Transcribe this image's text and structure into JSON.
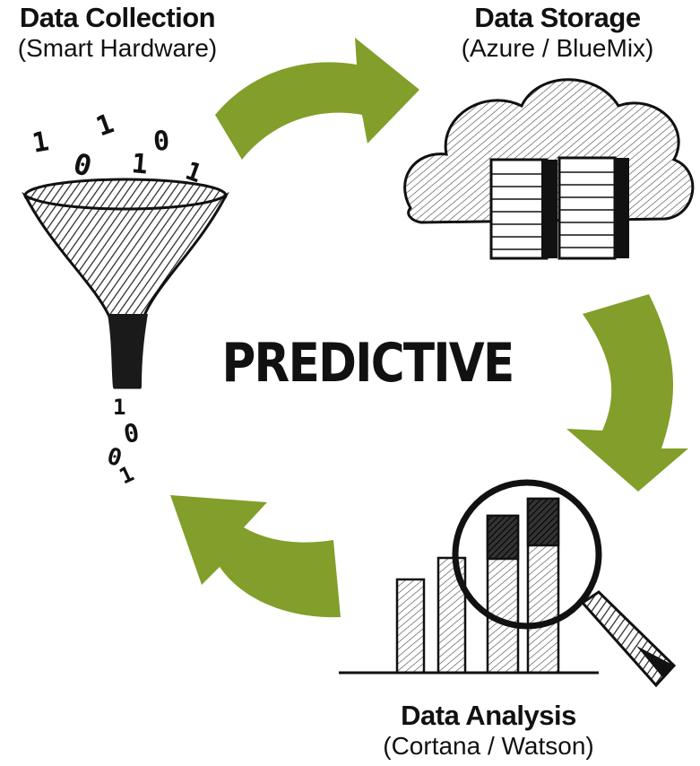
{
  "center": {
    "title": "PREDICTIVE"
  },
  "stages": [
    {
      "id": "collection",
      "title": "Data Collection",
      "subtitle": "(Smart Hardware)"
    },
    {
      "id": "storage",
      "title": "Data Storage",
      "subtitle": "(Azure / BlueMix)"
    },
    {
      "id": "analysis",
      "title": "Data Analysis",
      "subtitle": "(Cortana / Watson)"
    }
  ],
  "colors": {
    "arrow": "#7a9a1f",
    "ink": "#111111",
    "background": "#ffffff"
  },
  "icons": [
    "funnel-icon",
    "cloud-server-icon",
    "bar-chart-magnifier-icon",
    "arrow-icon"
  ]
}
